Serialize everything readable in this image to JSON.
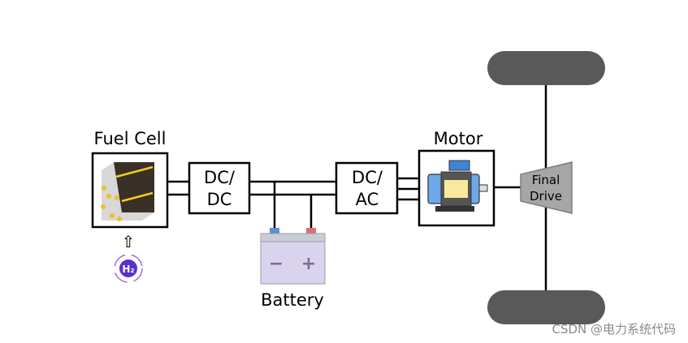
{
  "labels": {
    "fuel_cell": "Fuel Cell",
    "dcdc_line1": "DC/",
    "dcdc_line2": "DC",
    "dcac_line1": "DC/",
    "dcac_line2": "AC",
    "motor": "Motor",
    "battery": "Battery",
    "final_drive_line1": "Final",
    "final_drive_line2": "Drive",
    "battery_minus": "−",
    "battery_plus": "+",
    "hydrogen": "H₂",
    "arrow": "⇧"
  },
  "watermark": "CSDN @电力系统代码",
  "colors": {
    "wheel": "#595959",
    "final_drive": "#a6a6a6",
    "battery_body": "#d9d3ee",
    "battery_top": "#c8cdd3",
    "terminal_negative": "#5b8fd8",
    "terminal_positive": "#e07070",
    "hydrogen": "#5b2fd0",
    "motor_body": "#6fa8e8"
  }
}
